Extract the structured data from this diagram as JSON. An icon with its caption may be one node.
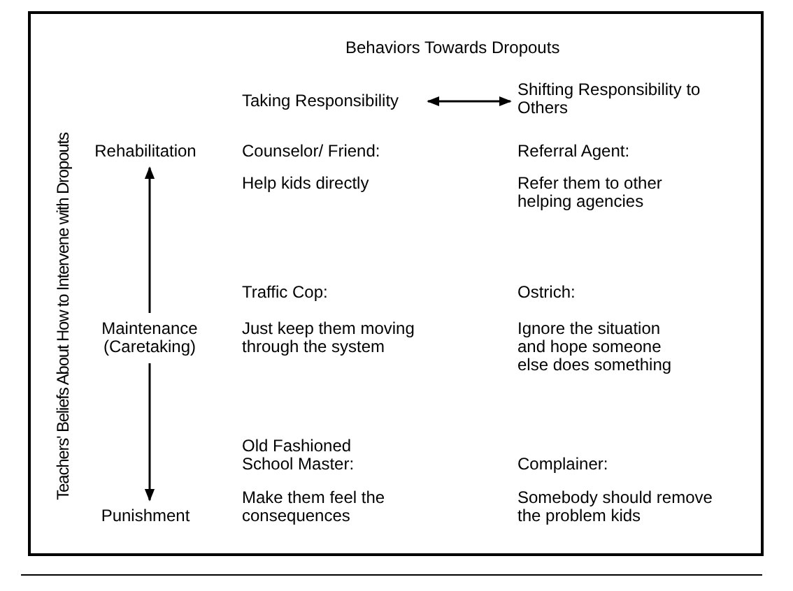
{
  "diagram": {
    "title": "Behaviors Towards Dropouts",
    "nodes": [
      {
        "text": [
          "Taking Responsibility"
        ]
      },
      {
        "text": [
          "Shifting Responsibility to Others"
        ]
      },
      {
        "text": [
          "Rehabilitation"
        ]
      },
      {
        "text": [
          "Maintenance (Caretaking)"
        ]
      },
      {
        "text": [
          "Punishment"
        ]
      }
    ],
    "edges": [
      {
        "from": 0,
        "to": 1,
        "arrow": "both"
      },
      {
        "from": 3,
        "to": 2,
        "arrow": "to"
      },
      {
        "from": 3,
        "to": 4,
        "arrow": "to"
      }
    ],
    "labels": [
      "Teachers' Beliefs About How to Intervene with Dropouts",
      "Counselor/ Friend:",
      "Referral Agent:",
      "Help kids directly",
      "Refer them to other helping agencies",
      "Traffic Cop:",
      "Ostrich:",
      "Just keep them moving through the system",
      "Ignore the situation and hope someone else does something",
      "Old Fashioned School Master:",
      "Complainer:",
      "Make them feel the consequences",
      "Somebody should remove the problem kids"
    ]
  }
}
